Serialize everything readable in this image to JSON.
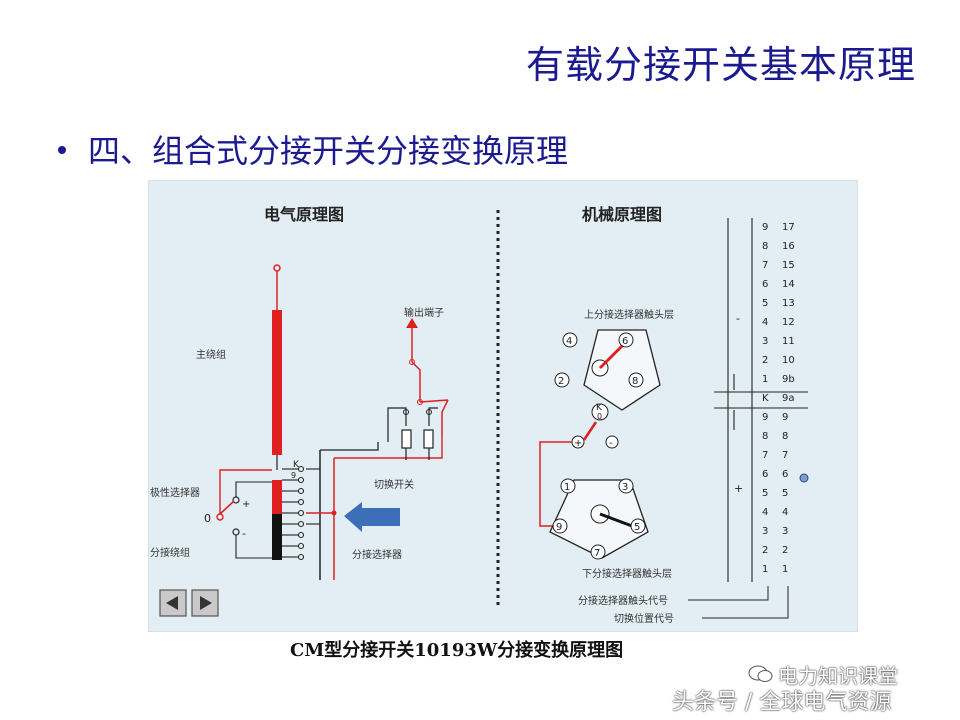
{
  "slide": {
    "title": "有载分接开关基本原理",
    "bullet": "四、组合式分接开关分接变换原理",
    "caption": "CM型分接开关10193W分接变换原理图"
  },
  "diagram": {
    "electrical_title": "电气原理图",
    "mechanical_title": "机械原理图",
    "label_main_winding": "主绕组",
    "label_output_terminal": "输出端子",
    "label_polarity_selector": "极性选择器",
    "label_tap_winding": "分接绕组",
    "label_diverter_switch": "切换开关",
    "label_tap_selector": "分接选择器",
    "label_upper_layer": "上分接选择器触头层",
    "label_lower_layer": "下分接选择器触头层",
    "label_contact_code": "分接选择器触头代号",
    "label_position_code": "切换位置代号",
    "sym_k": "K",
    "sym_plus": "+",
    "sym_minus": "-",
    "sym_zero": "0",
    "sym_nine": "9",
    "upper_contacts": [
      "4",
      "6",
      "2",
      "8"
    ],
    "lower_contacts": [
      "1",
      "3",
      "9",
      "5",
      "7"
    ],
    "k_contact": "K",
    "k_zero": "0",
    "table_col1": [
      "9",
      "8",
      "7",
      "6",
      "5",
      "4",
      "3",
      "2",
      "1",
      "K",
      "9",
      "8",
      "7",
      "6",
      "5",
      "4",
      "3",
      "2",
      "1"
    ],
    "table_col2": [
      "17",
      "16",
      "15",
      "14",
      "13",
      "12",
      "11",
      "10",
      "9b",
      "9a",
      "9",
      "8",
      "7",
      "6",
      "5",
      "4",
      "3",
      "2",
      "1"
    ],
    "table_sign_top": "-",
    "table_sign_bottom": "+",
    "colors": {
      "red": "#e02020",
      "black": "#111111",
      "blue_arrow": "#3c6fb8",
      "bg": "#e3eef4"
    },
    "nav_buttons": [
      "prev-icon",
      "next-icon"
    ]
  },
  "watermark": {
    "line1": "电力知识课堂",
    "line2": "头条号 / 全球电气资源"
  }
}
